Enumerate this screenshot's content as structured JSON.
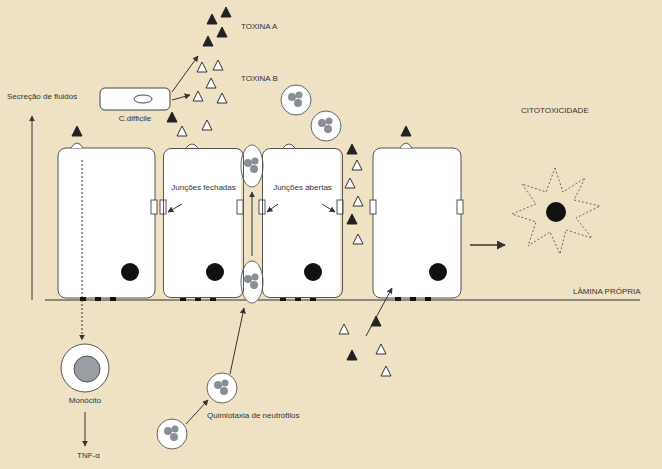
{
  "diagram": {
    "nodes": [
      {
        "text": [
          "C.difficile"
        ]
      },
      {
        "text": [
          "Junções fechadas"
        ]
      },
      {
        "text": [
          "Junções abertas"
        ]
      },
      {
        "text": [
          "Monócito"
        ]
      }
    ],
    "labels": [
      "TOXINA A",
      "TOXINA B",
      "Secreção de fluidos",
      "CITOTOXICIDADE",
      "LÂMINA PRÓPRIA",
      "TNF-α",
      "Quimiotaxia de neutrófilos"
    ]
  }
}
